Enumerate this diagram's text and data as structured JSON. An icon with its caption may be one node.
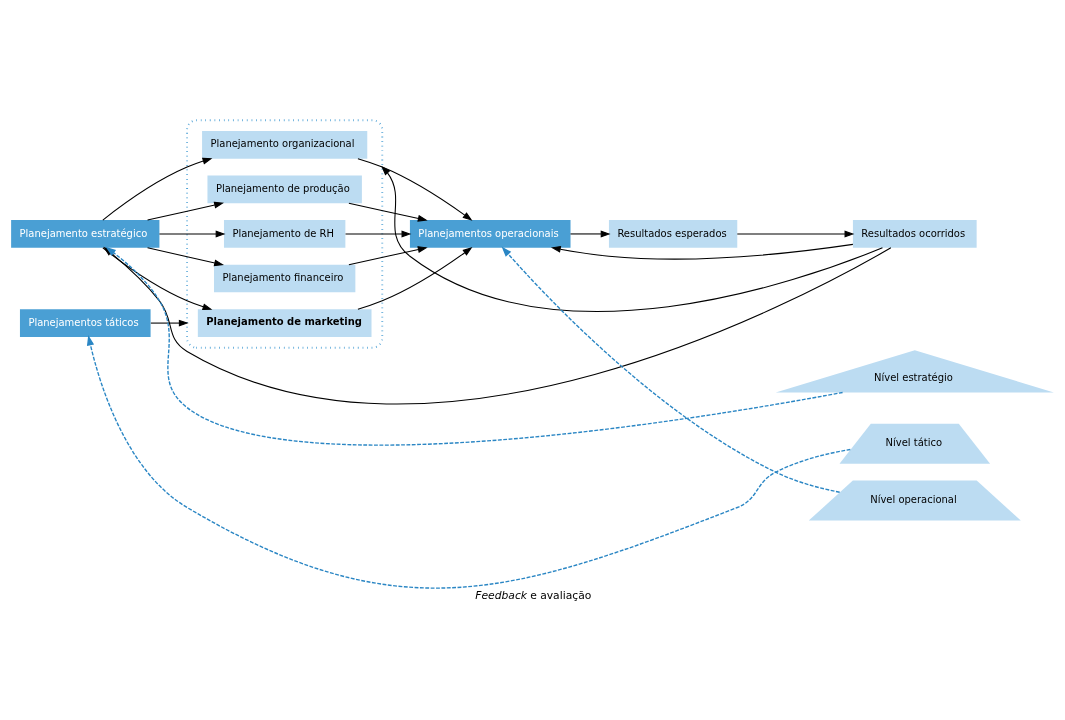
{
  "diagram": {
    "caption": "*Feedback* e avaliação",
    "nodes": [
      {
        "text": [
          "Planejamento estratégico"
        ]
      },
      {
        "text": [
          "Planejamentos táticos"
        ]
      },
      {
        "text": [],
        "shape": "box"
      },
      {
        "text": [
          "Planejamento de marketing"
        ],
        "in": 2
      },
      {
        "text": [
          "Planejamento financeiro"
        ],
        "in": 2
      },
      {
        "text": [
          "Planejamento de RH"
        ],
        "in": 2
      },
      {
        "text": [
          "Planejamento de produção"
        ],
        "in": 2
      },
      {
        "text": [
          "Planejamento organizacional"
        ],
        "in": 2
      },
      {
        "text": [
          "Planejamentos operacionais"
        ]
      },
      {
        "text": [
          "Resultados esperados"
        ]
      },
      {
        "text": [
          "Resultados ocorridos"
        ]
      },
      {
        "text": [
          "Nível estratégio"
        ]
      },
      {
        "text": [
          "Nível tático"
        ]
      },
      {
        "text": [
          "Nível operacional"
        ]
      }
    ],
    "edges": [
      {
        "from": 0,
        "to": 3,
        "arrow": "to"
      },
      {
        "from": 0,
        "to": 4,
        "arrow": "to"
      },
      {
        "from": 0,
        "to": 5,
        "arrow": "to"
      },
      {
        "from": 0,
        "to": 6,
        "arrow": "to"
      },
      {
        "from": 0,
        "to": 7,
        "arrow": "to"
      },
      {
        "from": 1,
        "to": 2,
        "arrow": "to"
      },
      {
        "from": 3,
        "to": 8,
        "arrow": "to"
      },
      {
        "from": 4,
        "to": 8,
        "arrow": "to"
      },
      {
        "from": 5,
        "to": 8,
        "arrow": "to"
      },
      {
        "from": 6,
        "to": 8,
        "arrow": "to"
      },
      {
        "from": 7,
        "to": 8,
        "arrow": "to"
      },
      {
        "from": 8,
        "to": 9,
        "arrow": "to"
      },
      {
        "from": 9,
        "to": 10,
        "arrow": "to"
      },
      {
        "from": 10,
        "to": 0,
        "arrow": "to"
      },
      {
        "from": 10,
        "to": 2,
        "arrow": "to"
      },
      {
        "from": 10,
        "to": 8,
        "arrow": "to"
      },
      {
        "from": 11,
        "to": 0,
        "arrow": "to",
        "style": "dashed",
        "color": "#2a86c4"
      },
      {
        "from": 12,
        "to": 1,
        "arrow": "to",
        "style": "dashed",
        "color": "#2a86c4"
      },
      {
        "from": 13,
        "to": 8,
        "arrow": "to",
        "style": "dashed",
        "color": "#2a86c4"
      }
    ]
  }
}
